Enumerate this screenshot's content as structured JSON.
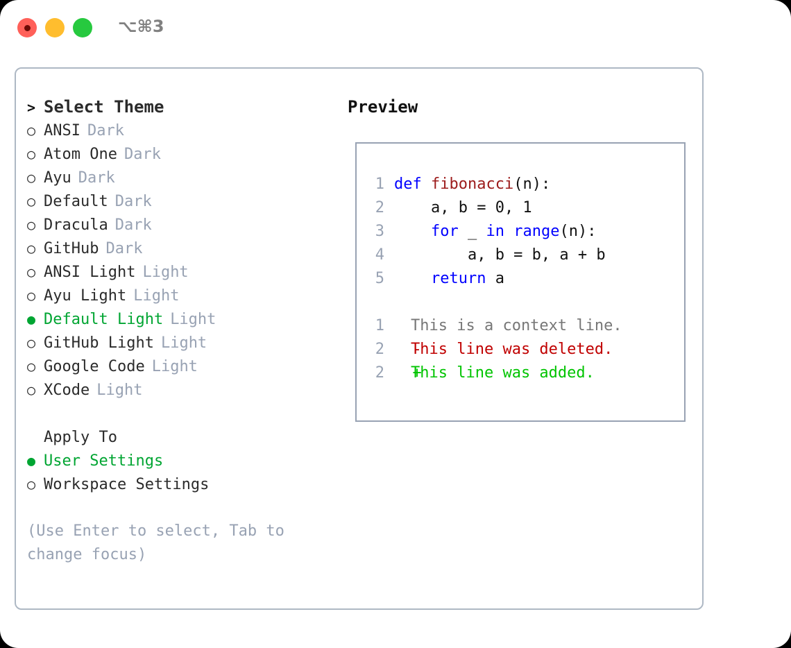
{
  "titlebar": {
    "shortcut": "⌥⌘3",
    "buttons": [
      {
        "name": "close",
        "color": "#ff6059"
      },
      {
        "name": "minimize",
        "color": "#ffbd2e"
      },
      {
        "name": "maximize",
        "color": "#27c93f"
      }
    ]
  },
  "theme_picker": {
    "header": "Select Theme",
    "header_prefix": ">",
    "bullet_empty": "○",
    "bullet_filled": "●",
    "items": [
      {
        "label": "ANSI",
        "tag": "Dark",
        "selected": false
      },
      {
        "label": "Atom One",
        "tag": "Dark",
        "selected": false
      },
      {
        "label": "Ayu",
        "tag": "Dark",
        "selected": false
      },
      {
        "label": "Default",
        "tag": "Dark",
        "selected": false
      },
      {
        "label": "Dracula",
        "tag": "Dark",
        "selected": false
      },
      {
        "label": "GitHub",
        "tag": "Dark",
        "selected": false
      },
      {
        "label": "ANSI Light",
        "tag": "Light",
        "selected": false
      },
      {
        "label": "Ayu Light",
        "tag": "Light",
        "selected": false
      },
      {
        "label": "Default Light",
        "tag": "Light",
        "selected": true
      },
      {
        "label": "GitHub Light",
        "tag": "Light",
        "selected": false
      },
      {
        "label": "Google Code",
        "tag": "Light",
        "selected": false
      },
      {
        "label": "XCode",
        "tag": "Light",
        "selected": false
      }
    ]
  },
  "apply_to": {
    "header": "Apply To",
    "items": [
      {
        "label": "User Settings",
        "selected": true
      },
      {
        "label": "Workspace Settings",
        "selected": false
      }
    ]
  },
  "hint": "(Use Enter to select, Tab to change focus)",
  "preview": {
    "title": "Preview",
    "code_lines": [
      {
        "no": "1",
        "tokens": [
          {
            "t": "def ",
            "c": "kw"
          },
          {
            "t": "fibonacci",
            "c": "fn"
          },
          {
            "t": "(n):",
            "c": "plain"
          }
        ]
      },
      {
        "no": "2",
        "tokens": [
          {
            "t": "    a, b = 0, 1",
            "c": "plain"
          }
        ]
      },
      {
        "no": "3",
        "tokens": [
          {
            "t": "    ",
            "c": "plain"
          },
          {
            "t": "for",
            "c": "kw"
          },
          {
            "t": " _ ",
            "c": "plain"
          },
          {
            "t": "in",
            "c": "kw"
          },
          {
            "t": " ",
            "c": "plain"
          },
          {
            "t": "range",
            "c": "kw"
          },
          {
            "t": "(n):",
            "c": "plain"
          }
        ]
      },
      {
        "no": "4",
        "tokens": [
          {
            "t": "        a, b = b, a + b",
            "c": "plain"
          }
        ]
      },
      {
        "no": "5",
        "tokens": [
          {
            "t": "    ",
            "c": "plain"
          },
          {
            "t": "return",
            "c": "kw"
          },
          {
            "t": " a",
            "c": "plain"
          }
        ]
      }
    ],
    "diff_lines": [
      {
        "no": "1",
        "marker": " ",
        "text": "This is a context line.",
        "kind": "dim"
      },
      {
        "no": "2",
        "marker": "-",
        "text": "This line was deleted.",
        "kind": "del"
      },
      {
        "no": "2",
        "marker": "+",
        "text": "This line was added.",
        "kind": "add"
      }
    ]
  },
  "colors": {
    "accent_green": "#00a532",
    "muted": "#98a2b3",
    "keyword": "#0000ff",
    "function": "#9c1b1b",
    "diff_delete": "#c00000",
    "diff_add": "#00c400",
    "panel_border": "#aeb8c4"
  }
}
